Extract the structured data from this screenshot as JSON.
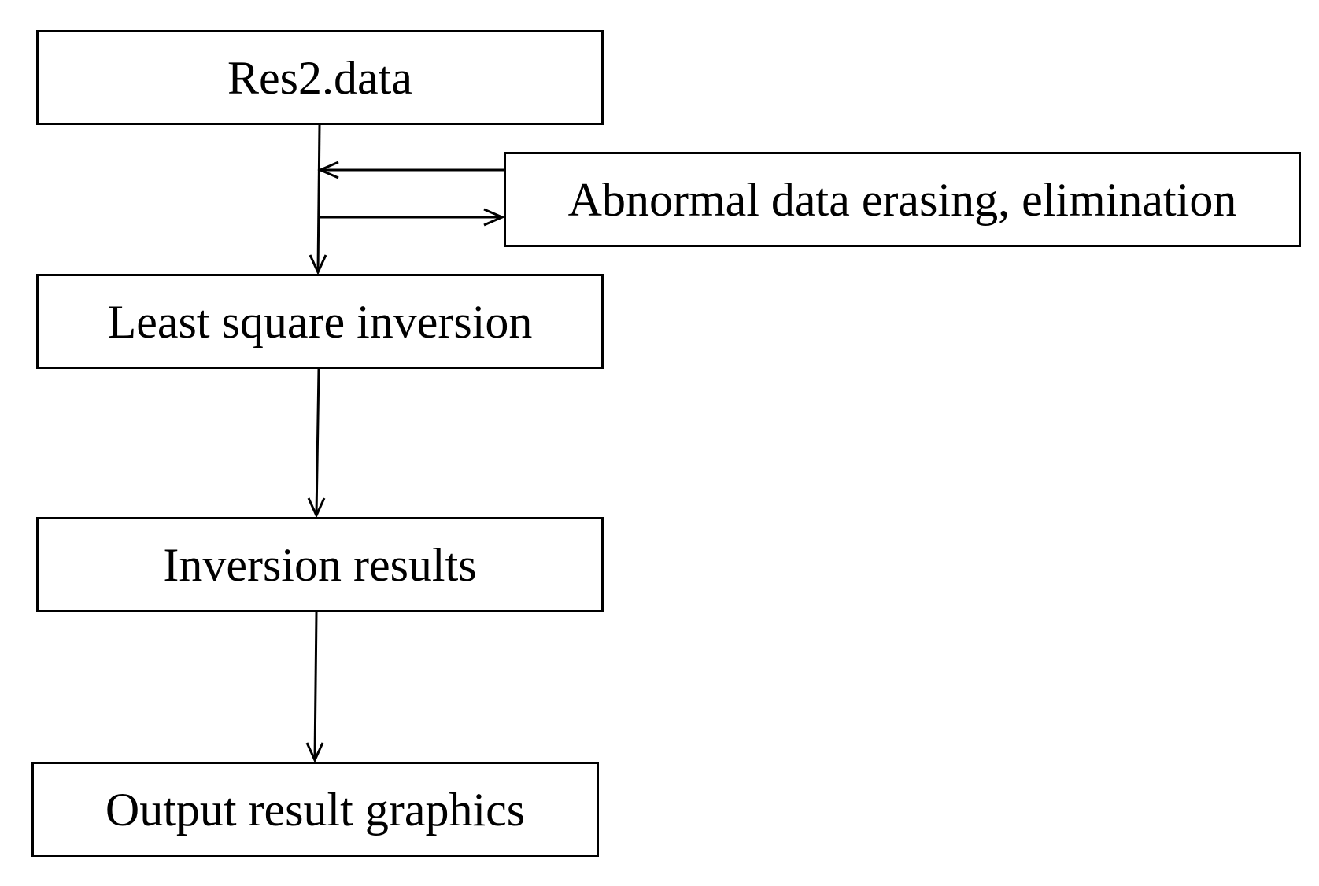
{
  "diagram": {
    "nodes": {
      "res2_data": "Res2.data",
      "abnormal": "Abnormal data erasing, elimination",
      "least_square": "Least square inversion",
      "inversion_results": "Inversion results",
      "output_graphics": "Output result graphics"
    },
    "colors": {
      "stroke": "#000000",
      "background": "#ffffff"
    }
  }
}
